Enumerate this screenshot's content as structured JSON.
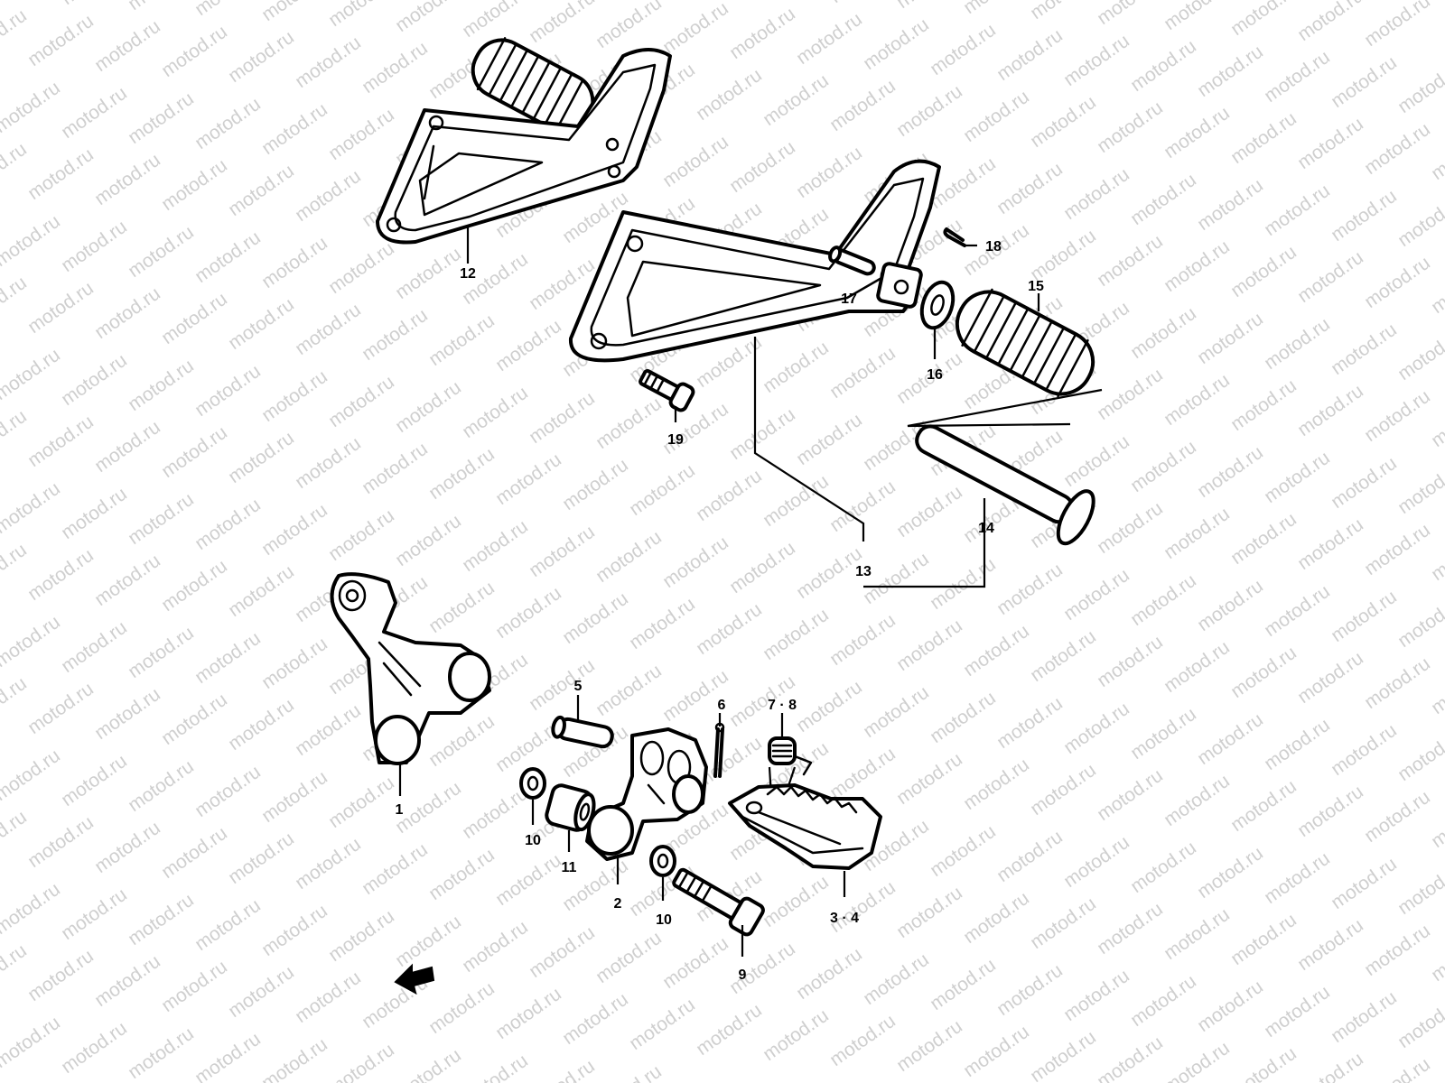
{
  "watermark": {
    "text": "motod.ru"
  },
  "callouts": {
    "c1": "1",
    "c2": "2",
    "c3_4": "3 · 4",
    "c5": "5",
    "c6": "6",
    "c7_8": "7 · 8",
    "c9": "9",
    "c10a": "10",
    "c10b": "10",
    "c11": "11",
    "c12": "12",
    "c13": "13",
    "c14": "14",
    "c15": "15",
    "c16": "16",
    "c17": "17",
    "c18": "18",
    "c19": "19"
  },
  "parts": [
    {
      "label": "12",
      "icon": "rear-footrest-bracket-icon"
    },
    {
      "label": "13",
      "icon": "passenger-footrest-bracket-icon"
    },
    {
      "label": "14",
      "icon": "pin-icon"
    },
    {
      "label": "15",
      "icon": "rubber-footpeg-icon"
    },
    {
      "label": "16",
      "icon": "washer-icon"
    },
    {
      "label": "17",
      "icon": "pin-icon"
    },
    {
      "label": "18",
      "icon": "cotter-pin-icon"
    },
    {
      "label": "19",
      "icon": "bolt-icon"
    },
    {
      "label": "1",
      "icon": "footrest-arm-icon"
    },
    {
      "label": "2",
      "icon": "footrest-bracket-icon"
    },
    {
      "label": "3 · 4",
      "icon": "serrated-footpeg-icon"
    },
    {
      "label": "5",
      "icon": "pin-icon"
    },
    {
      "label": "6",
      "icon": "cotter-pin-icon"
    },
    {
      "label": "7 · 8",
      "icon": "spring-icon"
    },
    {
      "label": "9",
      "icon": "bolt-icon"
    },
    {
      "label": "10",
      "icon": "washer-icon"
    },
    {
      "label": "11",
      "icon": "bushing-icon"
    }
  ]
}
